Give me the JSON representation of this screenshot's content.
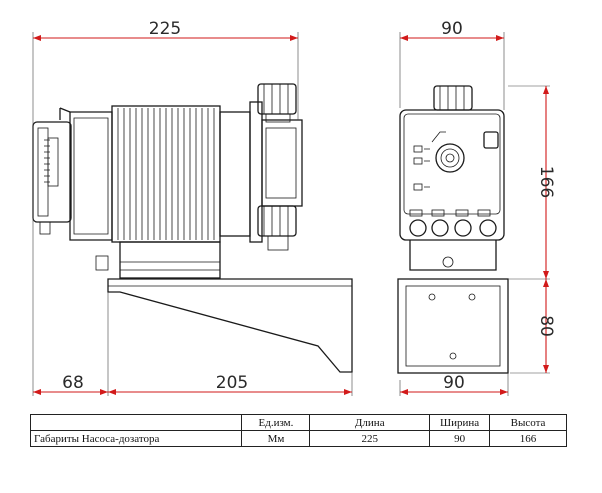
{
  "drawing": {
    "dimensions": {
      "side_length": "225",
      "front_width": "90",
      "front_height": "166",
      "bracket_height": "80",
      "bracket_offset": "68",
      "bracket_length": "205",
      "bracket_width": "90"
    },
    "colors": {
      "dimension_line": "#d21a1a",
      "outline": "#1a1a1a"
    }
  },
  "table": {
    "headers": [
      "",
      "Ед.изм.",
      "Длина",
      "Ширина",
      "Высота"
    ],
    "rows": [
      [
        "Габариты Насоса-дозатора",
        "Мм",
        "225",
        "90",
        "166"
      ]
    ]
  }
}
